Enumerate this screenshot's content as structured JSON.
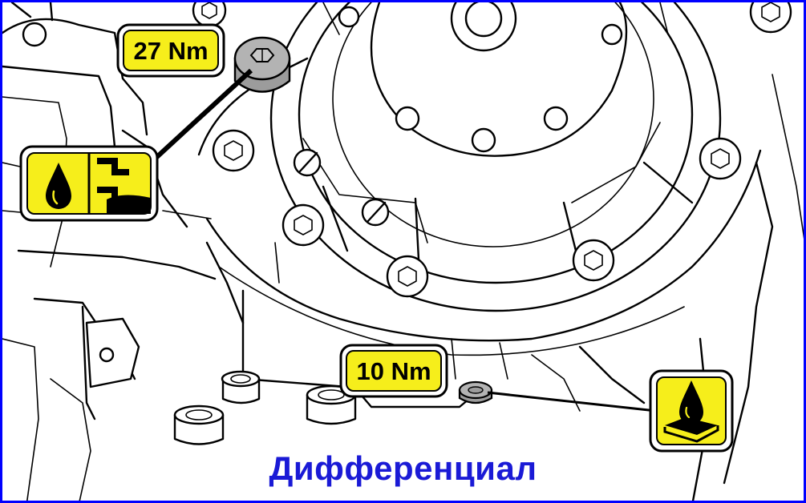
{
  "caption": "Дифференциал",
  "labels": {
    "upper_torque": "27 Nm",
    "lower_torque": "10 Nm"
  },
  "colors": {
    "frame": "#0000ff",
    "caption": "#1a1ad6",
    "badge": "#f6ee1b",
    "plug": "#9c9c9c",
    "line": "#000000"
  },
  "icons": {
    "upper_plug": "oil-filler-plug-icon",
    "lower_plug": "oil-drain-plug-icon",
    "fill_symbol": "oil-fill-level-icon",
    "drain_symbol": "oil-drain-icon"
  }
}
